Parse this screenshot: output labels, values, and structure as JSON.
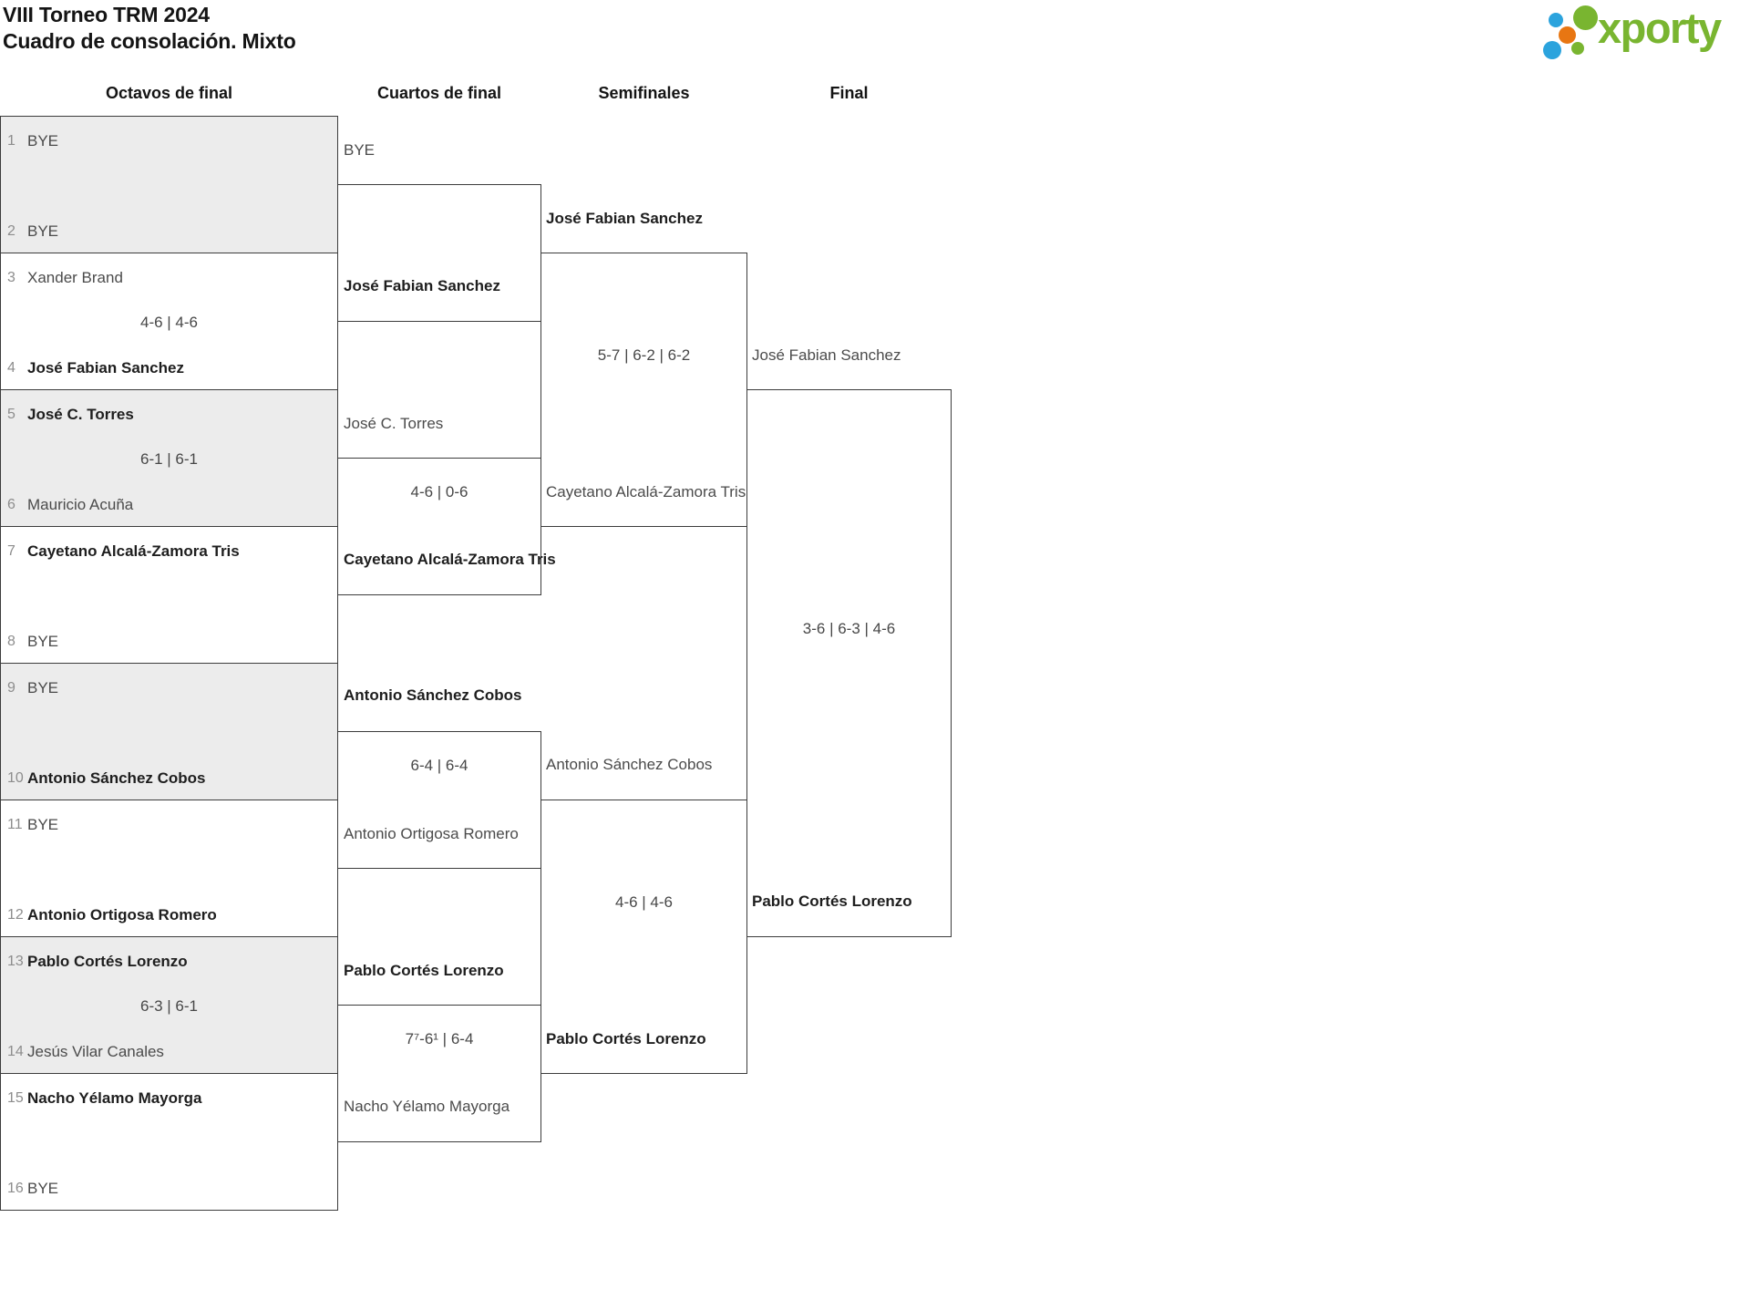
{
  "header": {
    "title": "VIII Torneo TRM 2024",
    "subtitle": "Cuadro de consolación. Mixto"
  },
  "logo": {
    "brand": "xporty",
    "green": "#79b530",
    "blue": "#2ba3dd",
    "orange": "#e87612"
  },
  "round_headers": [
    "Octavos de final",
    "Cuartos de final",
    "Semifinales",
    "Final"
  ],
  "octavos": [
    {
      "p1": {
        "seed": "1",
        "name": "BYE",
        "winner": false
      },
      "p2": {
        "seed": "2",
        "name": "BYE",
        "winner": false
      },
      "score": ""
    },
    {
      "p1": {
        "seed": "3",
        "name": "Xander Brand",
        "winner": false
      },
      "p2": {
        "seed": "4",
        "name": "José Fabian Sanchez",
        "winner": true
      },
      "score": "4-6 | 4-6"
    },
    {
      "p1": {
        "seed": "5",
        "name": "José C. Torres",
        "winner": true
      },
      "p2": {
        "seed": "6",
        "name": "Mauricio Acuña",
        "winner": false
      },
      "score": "6-1 | 6-1"
    },
    {
      "p1": {
        "seed": "7",
        "name": "Cayetano Alcalá-Zamora Tris",
        "winner": true
      },
      "p2": {
        "seed": "8",
        "name": "BYE",
        "winner": false
      },
      "score": ""
    },
    {
      "p1": {
        "seed": "9",
        "name": "BYE",
        "winner": false
      },
      "p2": {
        "seed": "10",
        "name": "Antonio Sánchez Cobos",
        "winner": true
      },
      "score": ""
    },
    {
      "p1": {
        "seed": "11",
        "name": "BYE",
        "winner": false
      },
      "p2": {
        "seed": "12",
        "name": "Antonio Ortigosa Romero",
        "winner": true
      },
      "score": ""
    },
    {
      "p1": {
        "seed": "13",
        "name": "Pablo Cortés Lorenzo",
        "winner": true
      },
      "p2": {
        "seed": "14",
        "name": "Jesús Vilar Canales",
        "winner": false
      },
      "score": "6-3 | 6-1"
    },
    {
      "p1": {
        "seed": "15",
        "name": "Nacho Yélamo Mayorga",
        "winner": true
      },
      "p2": {
        "seed": "16",
        "name": "BYE",
        "winner": false
      },
      "score": ""
    }
  ],
  "cuartos": [
    {
      "p1": {
        "name": "BYE",
        "winner": false
      },
      "p2": {
        "name": "José Fabian Sanchez",
        "winner": true
      },
      "score": ""
    },
    {
      "p1": {
        "name": "José C. Torres",
        "winner": false
      },
      "p2": {
        "name": "Cayetano Alcalá-Zamora Tris",
        "winner": true
      },
      "score": "4-6 | 0-6"
    },
    {
      "p1": {
        "name": "Antonio Sánchez Cobos",
        "winner": true
      },
      "p2": {
        "name": "Antonio Ortigosa Romero",
        "winner": false
      },
      "score": "6-4 | 6-4"
    },
    {
      "p1": {
        "name": "Pablo Cortés Lorenzo",
        "winner": true
      },
      "p2": {
        "name": "Nacho Yélamo Mayorga",
        "winner": false
      },
      "score": "7⁷-6¹ | 6-4"
    }
  ],
  "semifinales": [
    {
      "p1": {
        "name": "José Fabian Sanchez",
        "winner": true
      },
      "p2": {
        "name": "Cayetano Alcalá-Zamora Tris",
        "winner": false
      },
      "score": "5-7 | 6-2 | 6-2"
    },
    {
      "p1": {
        "name": "Antonio Sánchez Cobos",
        "winner": false
      },
      "p2": {
        "name": "Pablo Cortés Lorenzo",
        "winner": true
      },
      "score": "4-6 | 4-6"
    }
  ],
  "final": [
    {
      "p1": {
        "name": "José Fabian Sanchez",
        "winner": false
      },
      "p2": {
        "name": "Pablo Cortés Lorenzo",
        "winner": true
      },
      "score": "3-6 | 6-3 | 4-6"
    }
  ]
}
